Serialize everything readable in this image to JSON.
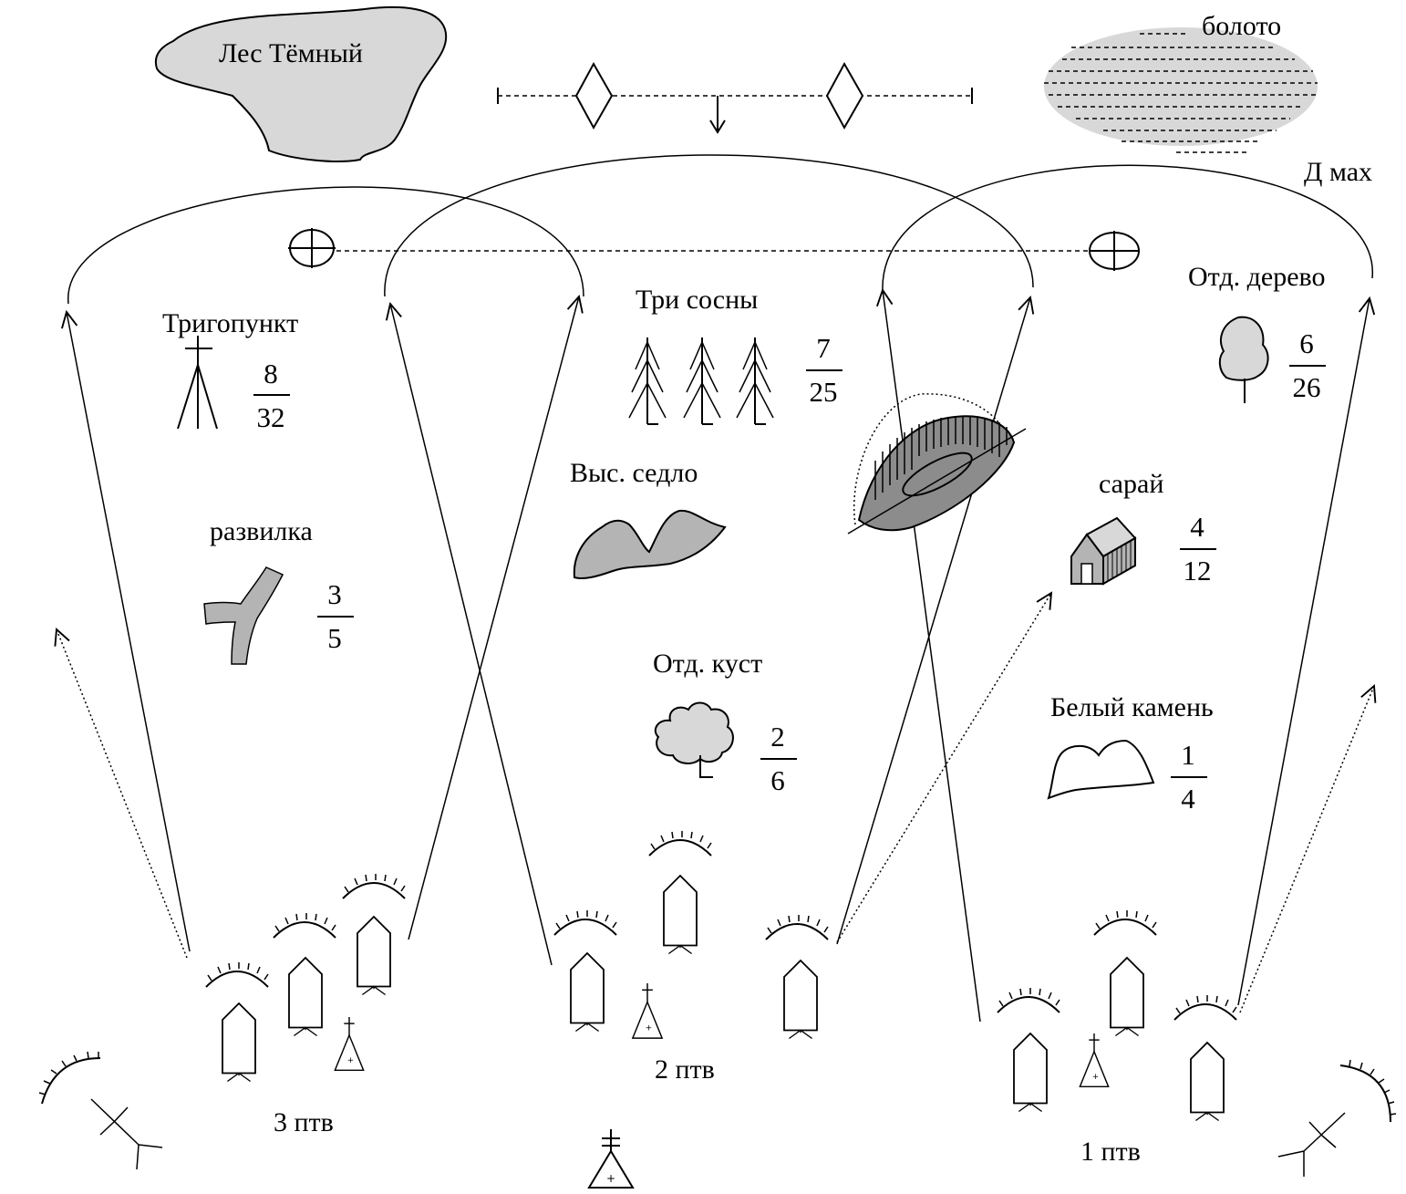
{
  "labels": {
    "forest": "Лес Тёмный",
    "swamp": "болото",
    "dmax": "Д мах",
    "trigopoint": "Тригопункт",
    "three_pines": "Три сосны",
    "lone_tree": "Отд. дерево",
    "saddle": "Выс. седло",
    "fork": "развилка",
    "barn": "сарай",
    "lone_bush": "Отд. куст",
    "white_stone": "Белый камень",
    "platoon_3": "3 птв",
    "platoon_2": "2 птв",
    "platoon_1": "1 птв"
  },
  "landmarks": {
    "trigopoint": {
      "num": "8",
      "den": "32"
    },
    "three_pines": {
      "num": "7",
      "den": "25"
    },
    "lone_tree": {
      "num": "6",
      "den": "26"
    },
    "fork": {
      "num": "3",
      "den": "5"
    },
    "barn": {
      "num": "4",
      "den": "12"
    },
    "lone_bush": {
      "num": "2",
      "den": "6"
    },
    "white_stone": {
      "num": "1",
      "den": "4"
    }
  },
  "colors": {
    "ink": "#000000",
    "fill_light": "#d8d8d8",
    "fill_mid": "#b4b4b4",
    "fill_dark": "#8c8c8c"
  }
}
